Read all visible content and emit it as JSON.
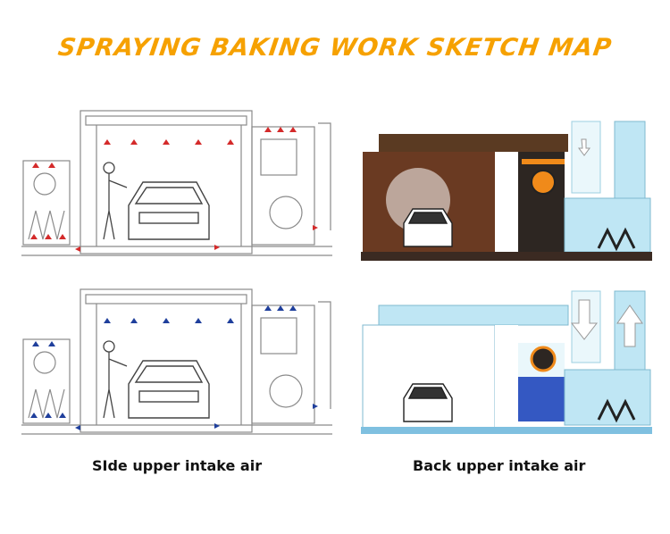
{
  "title": "SPRAYING BAKING WORK SKETCH MAP",
  "captions": {
    "left": "SIde upper intake air",
    "right": "Back upper intake air"
  },
  "colors": {
    "title": "#f6a100",
    "spraying_arrow": "#1f3f9c",
    "baking_arrow": "#d42a2a",
    "booth_blue": "#bfe6f4",
    "baking_brown": "#5a3a22",
    "burner_orange": "#f08a1a"
  },
  "panels": [
    {
      "id": "side-baking",
      "mode": "baking",
      "intake": "side"
    },
    {
      "id": "back-baking",
      "mode": "baking",
      "intake": "back"
    },
    {
      "id": "side-spraying",
      "mode": "spraying",
      "intake": "side"
    },
    {
      "id": "back-spraying",
      "mode": "spraying",
      "intake": "back"
    }
  ]
}
